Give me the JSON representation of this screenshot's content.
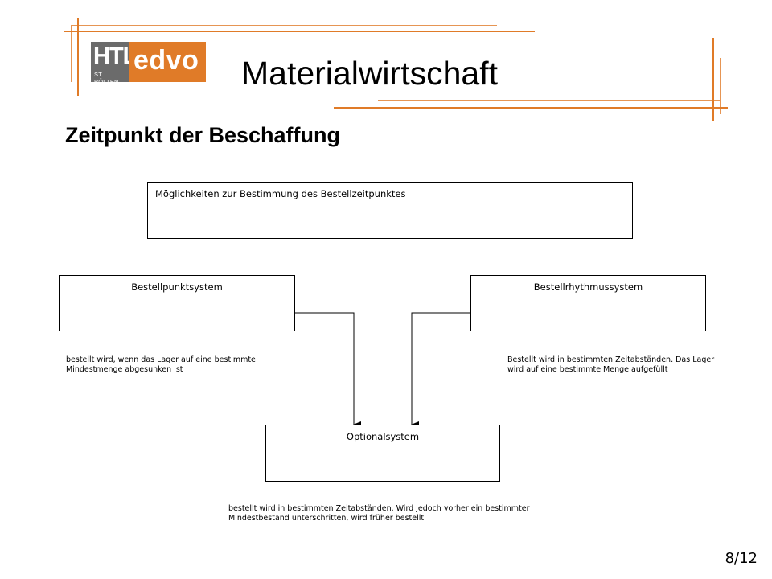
{
  "header": {
    "logo_text_main": "HTL",
    "logo_text_sub": "ST. PÖLTEN",
    "logo_text_brand": "edvo",
    "title": "Materialwirtschaft",
    "subtitle": "Zeitpunkt der Beschaffung"
  },
  "diagram": {
    "root": {
      "label": "Möglichkeiten  zur  Bestimmung  des  Bestellzeitpunktes"
    },
    "left": {
      "label": "Bestellpunktsystem",
      "note": "bestellt wird, wenn das Lager auf eine bestimmte Mindestmenge abgesunken ist"
    },
    "right": {
      "label": "Bestellrhythmussystem",
      "note": "Bestellt wird in bestimmten Zeitabständen. Das Lager wird auf eine bestimmte Menge aufgefüllt"
    },
    "bottom": {
      "label": "Optionalsystem",
      "note": "bestellt wird in bestimmten Zeitabständen. Wird jedoch vorher ein bestimmter Mindestbestand unterschritten, wird früher bestellt"
    }
  },
  "footer": {
    "page": "8/12"
  },
  "colors": {
    "accent": "#e07b28",
    "logo_gray": "#6b6b6b"
  }
}
